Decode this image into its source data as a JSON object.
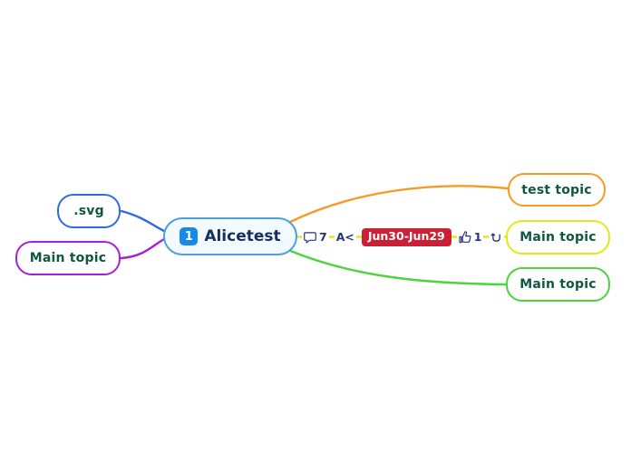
{
  "central_topic": {
    "label": "Alicetest",
    "badge": "1",
    "border_color": "#4aa0e0",
    "background": "#f2f9ff",
    "text_color": "#162f5e",
    "badge_color": "#1789e6"
  },
  "topics": {
    "svg": {
      "label": ".svg",
      "color": "#2e6be2"
    },
    "main_left": {
      "label": "Main topic",
      "color": "#a81fd8"
    },
    "test_right": {
      "label": "test topic",
      "color": "#f79a23"
    },
    "main_mid": {
      "label": "Main topic",
      "color": "#e1e916"
    },
    "main_bot": {
      "label": "Main topic",
      "color": "#4bd53b"
    }
  },
  "topic_text_color": "#0e5741",
  "markers": {
    "comment_count": "7",
    "text_marker": "A<",
    "date_range": "Jun30-Jun29",
    "like_count": "1",
    "icon_names": {
      "comment": "speech-bubble-icon",
      "like": "thumbs-up-icon",
      "last": "u-turn-icon"
    },
    "color": "#273577",
    "date_badge_bg": "#cb2137",
    "date_badge_text": "#ffffff"
  }
}
